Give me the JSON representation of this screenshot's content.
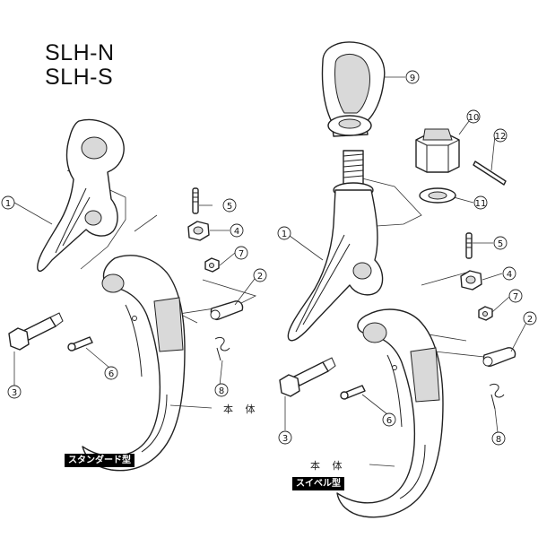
{
  "titles": {
    "line1": "SLH-N",
    "line2": "SLH-S"
  },
  "left_panel": {
    "type_tag": "スタンダード型",
    "body_label": "本 体",
    "part_numbers": [
      "1",
      "2",
      "3",
      "4",
      "5",
      "6",
      "7",
      "8"
    ]
  },
  "right_panel": {
    "type_tag": "スイベル型",
    "body_label": "本 体",
    "part_numbers": [
      "1",
      "2",
      "3",
      "4",
      "5",
      "6",
      "7",
      "8",
      "9",
      "10",
      "11",
      "12"
    ]
  },
  "colors": {
    "line": "#222222",
    "part_fill": "#ffffff",
    "shade": "#d9d9d9"
  }
}
